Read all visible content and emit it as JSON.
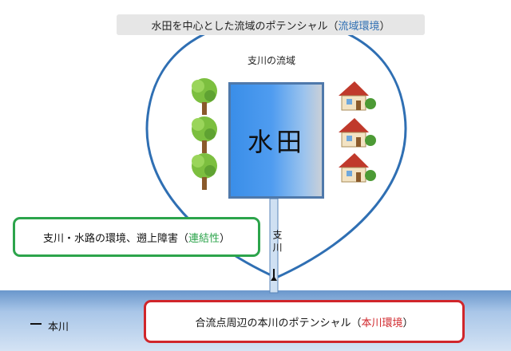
{
  "title": {
    "prefix": "水田を中心とした流域のポテンシャル（",
    "highlight": "流域環境",
    "suffix": "）"
  },
  "watershed_label": "支川の流域",
  "paddy_label": "水田",
  "tributary_label": "支川",
  "connectivity": {
    "prefix": "支川・水路の環境、遡上障害（",
    "highlight": "連結性",
    "suffix": "）"
  },
  "main_river_label": "本川",
  "confluence": {
    "prefix": "合流点周辺の本川のポテンシャル（",
    "highlight": "本川環境",
    "suffix": "）"
  },
  "colors": {
    "watershed_outline": "#2f6fb3",
    "connectivity_border": "#2ca44b",
    "confluence_border": "#d0262b",
    "paddy_fill": "#3a8ee8",
    "river_fill": "#6a97cc"
  },
  "icons": {
    "left_side": [
      "tree-icon",
      "tree-icon",
      "tree-icon"
    ],
    "right_side": [
      "house-icon",
      "house-icon",
      "house-icon"
    ]
  }
}
